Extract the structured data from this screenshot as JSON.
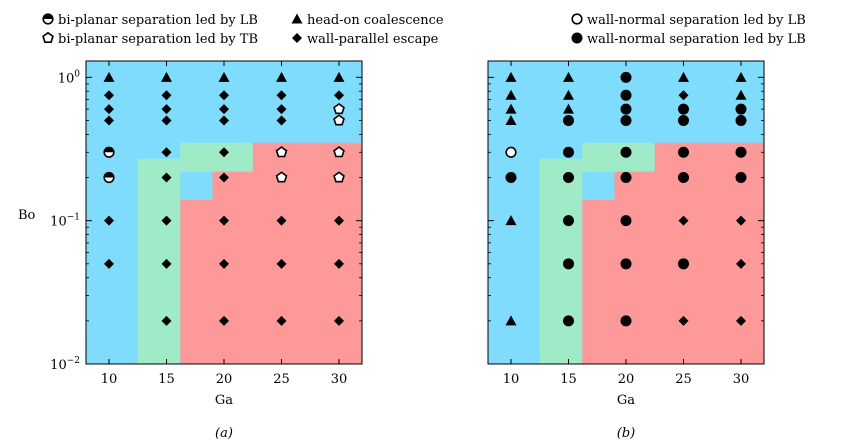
{
  "colors": {
    "region_blue": "#7fdcfd",
    "region_green": "#a0ebc7",
    "region_red": "#fd9998",
    "marker": "#000000"
  },
  "legend": [
    {
      "symbol": "half-circle",
      "label": "bi-planar separation led by LB"
    },
    {
      "symbol": "pentagon",
      "label": "bi-planar separation led by TB"
    },
    {
      "symbol": "triangle",
      "label": "head-on coalescence"
    },
    {
      "symbol": "diamond",
      "label": "wall-parallel escape"
    },
    {
      "symbol": "circle-open",
      "label": "wall-normal separation led by LB"
    },
    {
      "symbol": "circle-filled",
      "label": "wall-normal separation led by LB"
    }
  ],
  "chart_data": [
    {
      "type": "scatter",
      "panel_label": "(a)",
      "xlabel": "Ga",
      "ylabel": "Bo",
      "xlim": [
        8,
        32
      ],
      "ylim": [
        0.01,
        1.3
      ],
      "yscale": "log",
      "x_ticks": [
        "10",
        "15",
        "20",
        "25",
        "30"
      ],
      "y_ticks": [
        {
          "base": "10",
          "exp": "0",
          "value": 1
        },
        {
          "base": "10",
          "exp": "−1",
          "value": 0.1
        },
        {
          "base": "10",
          "exp": "−2",
          "value": 0.01
        }
      ],
      "regions": [
        {
          "class": "wall-parallel escape",
          "color": "#a0ebc7",
          "boundary": [
            [
              12.5,
              0.01
            ],
            [
              12.5,
              0.27
            ],
            [
              16.2,
              0.27
            ],
            [
              16.2,
              0.35
            ],
            [
              22.5,
              0.35
            ],
            [
              22.5,
              0.22
            ],
            [
              16.2,
              0.22
            ],
            [
              16.2,
              0.01
            ]
          ]
        },
        {
          "class": "wall-parallel escape",
          "color": "#fd9998",
          "boundary": [
            [
              16.2,
              0.01
            ],
            [
              16.2,
              0.14
            ],
            [
              19.0,
              0.14
            ],
            [
              19.0,
              0.22
            ],
            [
              22.5,
              0.22
            ],
            [
              22.5,
              0.35
            ],
            [
              32,
              0.35
            ],
            [
              32,
              0.01
            ]
          ]
        }
      ],
      "points": [
        {
          "ga": 10,
          "bo": 1.0,
          "regime": "triangle"
        },
        {
          "ga": 10,
          "bo": 0.75,
          "regime": "diamond"
        },
        {
          "ga": 10,
          "bo": 0.6,
          "regime": "diamond"
        },
        {
          "ga": 10,
          "bo": 0.5,
          "regime": "diamond"
        },
        {
          "ga": 10,
          "bo": 0.3,
          "regime": "half-circle"
        },
        {
          "ga": 10,
          "bo": 0.2,
          "regime": "half-circle"
        },
        {
          "ga": 10,
          "bo": 0.1,
          "regime": "diamond"
        },
        {
          "ga": 10,
          "bo": 0.05,
          "regime": "diamond"
        },
        {
          "ga": 15,
          "bo": 1.0,
          "regime": "triangle"
        },
        {
          "ga": 15,
          "bo": 0.75,
          "regime": "diamond"
        },
        {
          "ga": 15,
          "bo": 0.6,
          "regime": "diamond"
        },
        {
          "ga": 15,
          "bo": 0.5,
          "regime": "diamond"
        },
        {
          "ga": 15,
          "bo": 0.3,
          "regime": "diamond"
        },
        {
          "ga": 15,
          "bo": 0.2,
          "regime": "diamond"
        },
        {
          "ga": 15,
          "bo": 0.1,
          "regime": "diamond"
        },
        {
          "ga": 15,
          "bo": 0.05,
          "regime": "diamond"
        },
        {
          "ga": 15,
          "bo": 0.02,
          "regime": "diamond"
        },
        {
          "ga": 20,
          "bo": 1.0,
          "regime": "triangle"
        },
        {
          "ga": 20,
          "bo": 0.75,
          "regime": "diamond"
        },
        {
          "ga": 20,
          "bo": 0.6,
          "regime": "diamond"
        },
        {
          "ga": 20,
          "bo": 0.5,
          "regime": "diamond"
        },
        {
          "ga": 20,
          "bo": 0.3,
          "regime": "diamond"
        },
        {
          "ga": 20,
          "bo": 0.2,
          "regime": "diamond"
        },
        {
          "ga": 20,
          "bo": 0.1,
          "regime": "diamond"
        },
        {
          "ga": 20,
          "bo": 0.05,
          "regime": "diamond"
        },
        {
          "ga": 20,
          "bo": 0.02,
          "regime": "diamond"
        },
        {
          "ga": 25,
          "bo": 1.0,
          "regime": "triangle"
        },
        {
          "ga": 25,
          "bo": 0.75,
          "regime": "diamond"
        },
        {
          "ga": 25,
          "bo": 0.6,
          "regime": "diamond"
        },
        {
          "ga": 25,
          "bo": 0.5,
          "regime": "diamond"
        },
        {
          "ga": 25,
          "bo": 0.3,
          "regime": "pentagon"
        },
        {
          "ga": 25,
          "bo": 0.2,
          "regime": "pentagon"
        },
        {
          "ga": 25,
          "bo": 0.1,
          "regime": "diamond"
        },
        {
          "ga": 25,
          "bo": 0.05,
          "regime": "diamond"
        },
        {
          "ga": 25,
          "bo": 0.02,
          "regime": "diamond"
        },
        {
          "ga": 30,
          "bo": 1.0,
          "regime": "triangle"
        },
        {
          "ga": 30,
          "bo": 0.75,
          "regime": "diamond"
        },
        {
          "ga": 30,
          "bo": 0.6,
          "regime": "pentagon"
        },
        {
          "ga": 30,
          "bo": 0.5,
          "regime": "pentagon"
        },
        {
          "ga": 30,
          "bo": 0.3,
          "regime": "pentagon"
        },
        {
          "ga": 30,
          "bo": 0.2,
          "regime": "pentagon"
        },
        {
          "ga": 30,
          "bo": 0.1,
          "regime": "diamond"
        },
        {
          "ga": 30,
          "bo": 0.05,
          "regime": "diamond"
        },
        {
          "ga": 30,
          "bo": 0.02,
          "regime": "diamond"
        }
      ]
    },
    {
      "type": "scatter",
      "panel_label": "(b)",
      "xlabel": "Ga",
      "ylabel": "",
      "xlim": [
        8,
        32
      ],
      "ylim": [
        0.01,
        1.3
      ],
      "yscale": "log",
      "x_ticks": [
        "10",
        "15",
        "20",
        "25",
        "30"
      ],
      "y_ticks": [],
      "regions": [
        {
          "class": "wall-parallel escape",
          "color": "#a0ebc7",
          "boundary": [
            [
              12.5,
              0.01
            ],
            [
              12.5,
              0.27
            ],
            [
              16.2,
              0.27
            ],
            [
              16.2,
              0.35
            ],
            [
              22.5,
              0.35
            ],
            [
              22.5,
              0.22
            ],
            [
              16.2,
              0.22
            ],
            [
              16.2,
              0.01
            ]
          ]
        },
        {
          "class": "wall-parallel escape",
          "color": "#fd9998",
          "boundary": [
            [
              16.2,
              0.01
            ],
            [
              16.2,
              0.14
            ],
            [
              19.0,
              0.14
            ],
            [
              19.0,
              0.22
            ],
            [
              22.5,
              0.22
            ],
            [
              22.5,
              0.35
            ],
            [
              32,
              0.35
            ],
            [
              32,
              0.01
            ]
          ]
        }
      ],
      "points": [
        {
          "ga": 10,
          "bo": 1.0,
          "regime": "triangle"
        },
        {
          "ga": 10,
          "bo": 0.75,
          "regime": "triangle"
        },
        {
          "ga": 10,
          "bo": 0.6,
          "regime": "triangle"
        },
        {
          "ga": 10,
          "bo": 0.5,
          "regime": "triangle"
        },
        {
          "ga": 10,
          "bo": 0.3,
          "regime": "circle-open"
        },
        {
          "ga": 10,
          "bo": 0.2,
          "regime": "circle-filled"
        },
        {
          "ga": 10,
          "bo": 0.1,
          "regime": "triangle"
        },
        {
          "ga": 10,
          "bo": 0.02,
          "regime": "triangle"
        },
        {
          "ga": 15,
          "bo": 1.0,
          "regime": "triangle"
        },
        {
          "ga": 15,
          "bo": 0.75,
          "regime": "triangle"
        },
        {
          "ga": 15,
          "bo": 0.6,
          "regime": "triangle"
        },
        {
          "ga": 15,
          "bo": 0.5,
          "regime": "circle-filled"
        },
        {
          "ga": 15,
          "bo": 0.3,
          "regime": "circle-filled"
        },
        {
          "ga": 15,
          "bo": 0.2,
          "regime": "circle-filled"
        },
        {
          "ga": 15,
          "bo": 0.1,
          "regime": "circle-filled"
        },
        {
          "ga": 15,
          "bo": 0.05,
          "regime": "circle-filled"
        },
        {
          "ga": 15,
          "bo": 0.02,
          "regime": "circle-filled"
        },
        {
          "ga": 20,
          "bo": 1.0,
          "regime": "circle-filled"
        },
        {
          "ga": 20,
          "bo": 0.75,
          "regime": "circle-filled"
        },
        {
          "ga": 20,
          "bo": 0.6,
          "regime": "circle-filled"
        },
        {
          "ga": 20,
          "bo": 0.5,
          "regime": "circle-filled"
        },
        {
          "ga": 20,
          "bo": 0.3,
          "regime": "circle-filled"
        },
        {
          "ga": 20,
          "bo": 0.2,
          "regime": "circle-filled"
        },
        {
          "ga": 20,
          "bo": 0.1,
          "regime": "circle-filled"
        },
        {
          "ga": 20,
          "bo": 0.05,
          "regime": "circle-filled"
        },
        {
          "ga": 20,
          "bo": 0.02,
          "regime": "circle-filled"
        },
        {
          "ga": 25,
          "bo": 1.0,
          "regime": "triangle"
        },
        {
          "ga": 25,
          "bo": 0.75,
          "regime": "diamond"
        },
        {
          "ga": 25,
          "bo": 0.6,
          "regime": "circle-filled"
        },
        {
          "ga": 25,
          "bo": 0.5,
          "regime": "circle-filled"
        },
        {
          "ga": 25,
          "bo": 0.3,
          "regime": "circle-filled"
        },
        {
          "ga": 25,
          "bo": 0.2,
          "regime": "circle-filled"
        },
        {
          "ga": 25,
          "bo": 0.1,
          "regime": "diamond"
        },
        {
          "ga": 25,
          "bo": 0.05,
          "regime": "circle-filled"
        },
        {
          "ga": 25,
          "bo": 0.02,
          "regime": "diamond"
        },
        {
          "ga": 30,
          "bo": 1.0,
          "regime": "triangle"
        },
        {
          "ga": 30,
          "bo": 0.75,
          "regime": "triangle"
        },
        {
          "ga": 30,
          "bo": 0.6,
          "regime": "circle-filled"
        },
        {
          "ga": 30,
          "bo": 0.5,
          "regime": "circle-filled"
        },
        {
          "ga": 30,
          "bo": 0.3,
          "regime": "circle-filled"
        },
        {
          "ga": 30,
          "bo": 0.2,
          "regime": "circle-filled"
        },
        {
          "ga": 30,
          "bo": 0.1,
          "regime": "diamond"
        },
        {
          "ga": 30,
          "bo": 0.05,
          "regime": "diamond"
        },
        {
          "ga": 30,
          "bo": 0.02,
          "regime": "diamond"
        }
      ]
    }
  ]
}
